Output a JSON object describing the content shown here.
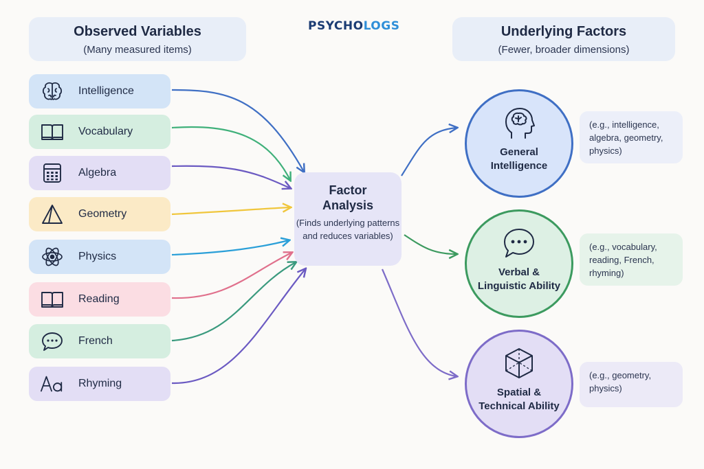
{
  "logo": {
    "part1": "PSYCHO",
    "part2": "LOGS"
  },
  "left_header": {
    "title": "Observed Variables",
    "subtitle": "(Many measured items)"
  },
  "right_header": {
    "title": "Underlying Factors",
    "subtitle": "(Fewer, broader dimensions)"
  },
  "variables": [
    {
      "label": "Intelligence",
      "icon": "brain-icon",
      "bg": "#d3e4f7",
      "line": "#3f6fc4"
    },
    {
      "label": "Vocabulary",
      "icon": "book-icon",
      "bg": "#d5eee0",
      "line": "#3fb07a"
    },
    {
      "label": "Algebra",
      "icon": "calculator-icon",
      "bg": "#e3def5",
      "line": "#6b5ac2"
    },
    {
      "label": "Geometry",
      "icon": "triangle-icon",
      "bg": "#fbeac6",
      "line": "#f0c63c"
    },
    {
      "label": "Physics",
      "icon": "atom-icon",
      "bg": "#d3e4f7",
      "line": "#2a9fd8"
    },
    {
      "label": "Reading",
      "icon": "open-book-icon",
      "bg": "#fbdde3",
      "line": "#e0708c"
    },
    {
      "label": "French",
      "icon": "speech-bubble-icon",
      "bg": "#d5eee0",
      "line": "#3a9a7e"
    },
    {
      "label": "Rhyming",
      "icon": "text-aa-icon",
      "bg": "#e3def5",
      "line": "#6b5ac2"
    }
  ],
  "center": {
    "title_line1": "Factor",
    "title_line2": "Analysis",
    "subtitle": "(Finds underlying patterns and reduces variables)"
  },
  "factors": [
    {
      "label": "General Intelligence",
      "icon": "head-brain-icon",
      "fill": "#d8e4fa",
      "border": "#3f6fc4",
      "examples": "(e.g., intelligence, algebra, geometry, physics)",
      "ex_bg": "#eceff9"
    },
    {
      "label": "Verbal & Linguistic Ability",
      "icon": "chat-bubble-icon",
      "fill": "#ddf0e4",
      "border": "#3c9a5f",
      "examples": "(e.g., vocabulary, reading, French, rhyming)",
      "ex_bg": "#e6f3ea"
    },
    {
      "label": "Spatial & Technical Ability",
      "icon": "cube-icon",
      "fill": "#e3def5",
      "border": "#7d6cc8",
      "examples": "(e.g., geometry, physics)",
      "ex_bg": "#eceaf7"
    }
  ]
}
